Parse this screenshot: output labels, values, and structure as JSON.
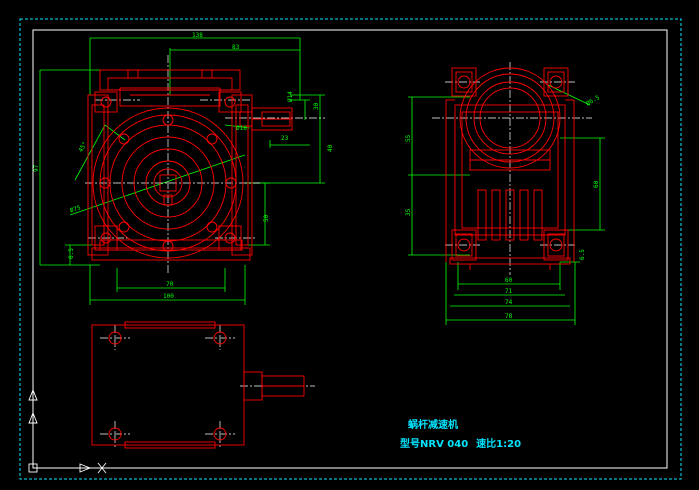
{
  "drawing": {
    "title": "蜗杆减速机",
    "model": "型号NRV 040",
    "ratio": "速比1:20"
  },
  "dimensions": {
    "front_width_total": "138",
    "front_width_half": "83",
    "front_width_base": "100",
    "front_width_mid": "70",
    "front_height_total": "97",
    "front_height_right": "40",
    "front_height_lower": "50",
    "shaft_len_1": "23",
    "shaft_len_2": "30",
    "shaft_dia": "Ø14",
    "bore_dia": "Ø18",
    "flange_dia": "Ø75",
    "bore_pos": "6.5",
    "angle": "45°",
    "side_h_upper": "55",
    "side_h_lower": "35",
    "side_h_right": "60",
    "side_w_1": "60",
    "side_w_2": "71",
    "side_w_3": "74",
    "side_w_4": "78",
    "side_small": "6.5",
    "side_hole": "Ø6.5"
  },
  "colors": {
    "background": "#000000",
    "geometry": "#ff0000",
    "dimension": "#00ff00",
    "centerline": "#ffffff",
    "border": "#ffffff",
    "title": "#00e5ff",
    "ucs": "#ffffff"
  }
}
